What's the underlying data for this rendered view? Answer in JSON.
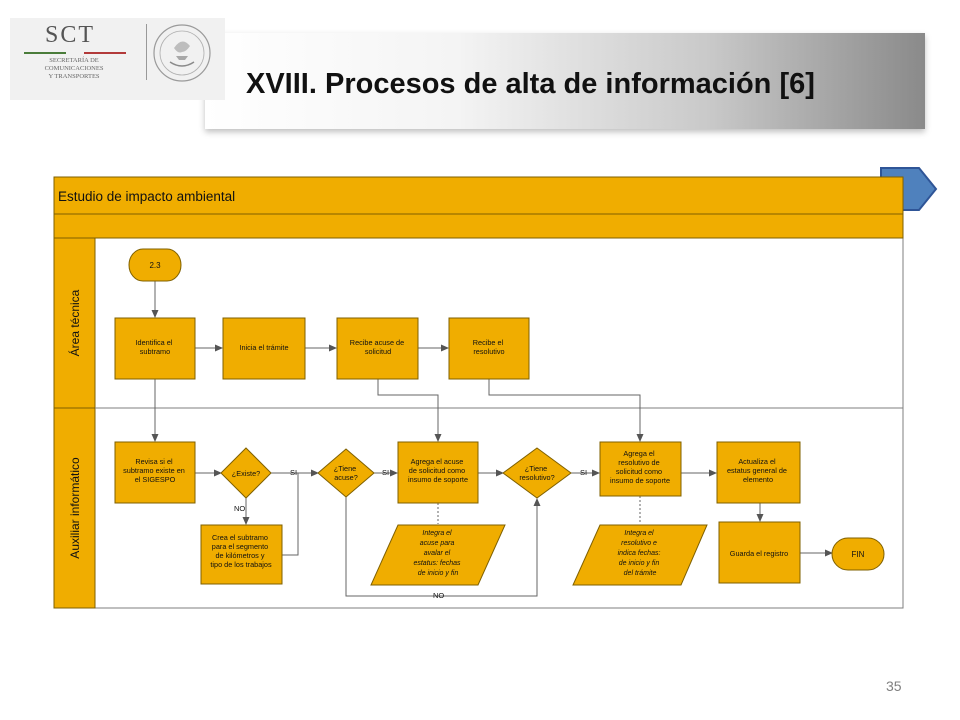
{
  "header": {
    "title": "XVIII. Procesos de alta de información [6]",
    "logo_abbr": "SCT",
    "logo_sub": [
      "SECRETARÍA DE",
      "COMUNICACIONES",
      "Y TRANSPORTES"
    ]
  },
  "diagram": {
    "title": "Estudio de impacto ambiental",
    "lanes": [
      "Área técnica",
      "Auxiliar informático"
    ],
    "nodes": {
      "start": "2.3",
      "identifica": [
        "Identifica el",
        "subtramo"
      ],
      "inicia": [
        "Inicia el trámite"
      ],
      "recibe_acuse": [
        "Recibe acuse de",
        "solicitud"
      ],
      "recibe_resolutivo": [
        "Recibe el",
        "resolutivo"
      ],
      "revisa": [
        "Revisa si el",
        "subtramo existe en",
        "el SIGESPO"
      ],
      "existe": [
        "¿Existe?"
      ],
      "crea": [
        "Crea el subtramo",
        "para el segmento",
        "de kilómetros y",
        "tipo de los trabajos"
      ],
      "tiene_acuse": [
        "¿Tiene",
        "acuse?"
      ],
      "agrega_acuse": [
        "Agrega el acuse",
        "de solicitud como",
        "insumo de soporte"
      ],
      "tiene_resolutivo": [
        "¿Tiene",
        "resolutivo?"
      ],
      "agrega_resolutivo": [
        "Agrega el",
        "resolutivo de",
        "solicitud como",
        "insumo de soporte"
      ],
      "actualiza": [
        "Actualiza el",
        "estatus general de",
        "elemento"
      ],
      "guarda": [
        "Guarda el registro"
      ],
      "fin": "FIN",
      "nota_acuse": [
        "Integra el",
        "acuse para",
        "avalar el",
        "estatus: fechas",
        "de inicio y fin"
      ],
      "nota_resolutivo": [
        "Integra el",
        "resolutivo e",
        "indica fechas:",
        "de inicio y fin",
        "del trámite"
      ]
    },
    "edge_labels": {
      "si1": "SI",
      "si2": "SI",
      "si3": "SI",
      "no1": "NO",
      "no2": "NO"
    }
  },
  "colors": {
    "box_fill": "#F0AD00",
    "box_stroke": "#7f6000",
    "nav_arrow": "#4F81BD"
  },
  "footer": {
    "page_number": "35"
  }
}
